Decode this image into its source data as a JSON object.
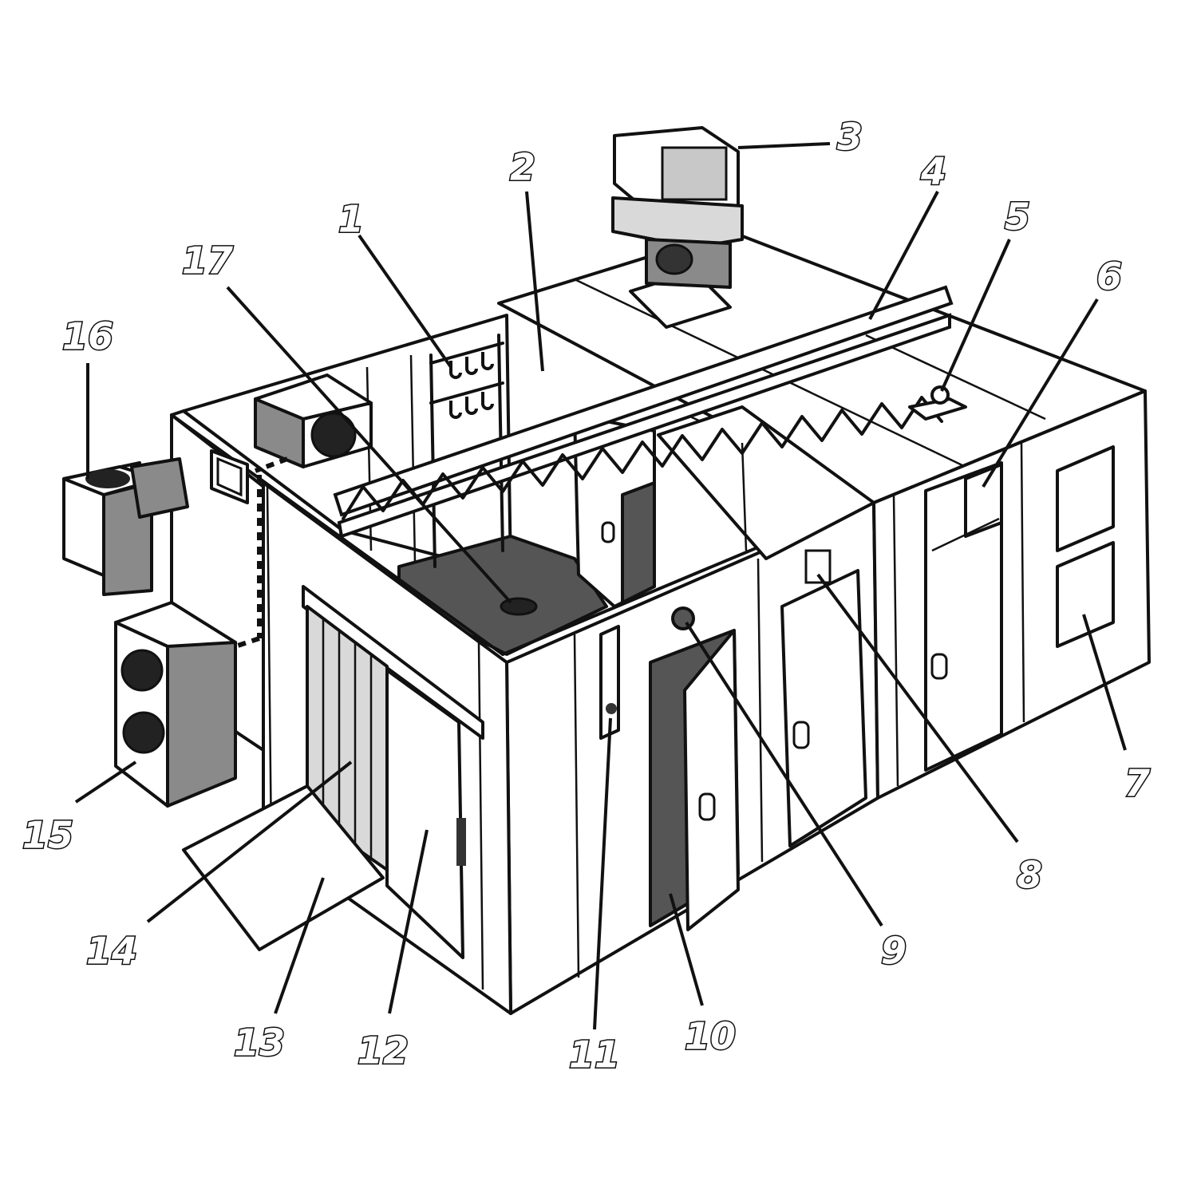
{
  "diagram": {
    "callouts": [
      {
        "label": "1"
      },
      {
        "label": "2"
      },
      {
        "label": "3"
      },
      {
        "label": "4"
      },
      {
        "label": "5"
      },
      {
        "label": "6"
      },
      {
        "label": "7"
      },
      {
        "label": "8"
      },
      {
        "label": "9"
      },
      {
        "label": "10"
      },
      {
        "label": "11"
      },
      {
        "label": "12"
      },
      {
        "label": "13"
      },
      {
        "label": "14"
      },
      {
        "label": "15"
      },
      {
        "label": "16"
      },
      {
        "label": "17"
      }
    ],
    "colors": {
      "line": "#111111",
      "panel_fill": "#ffffff",
      "floor_fill": "#555555",
      "equipment_grey": "#8a8a8a",
      "light_grey": "#d9d9d9"
    }
  }
}
